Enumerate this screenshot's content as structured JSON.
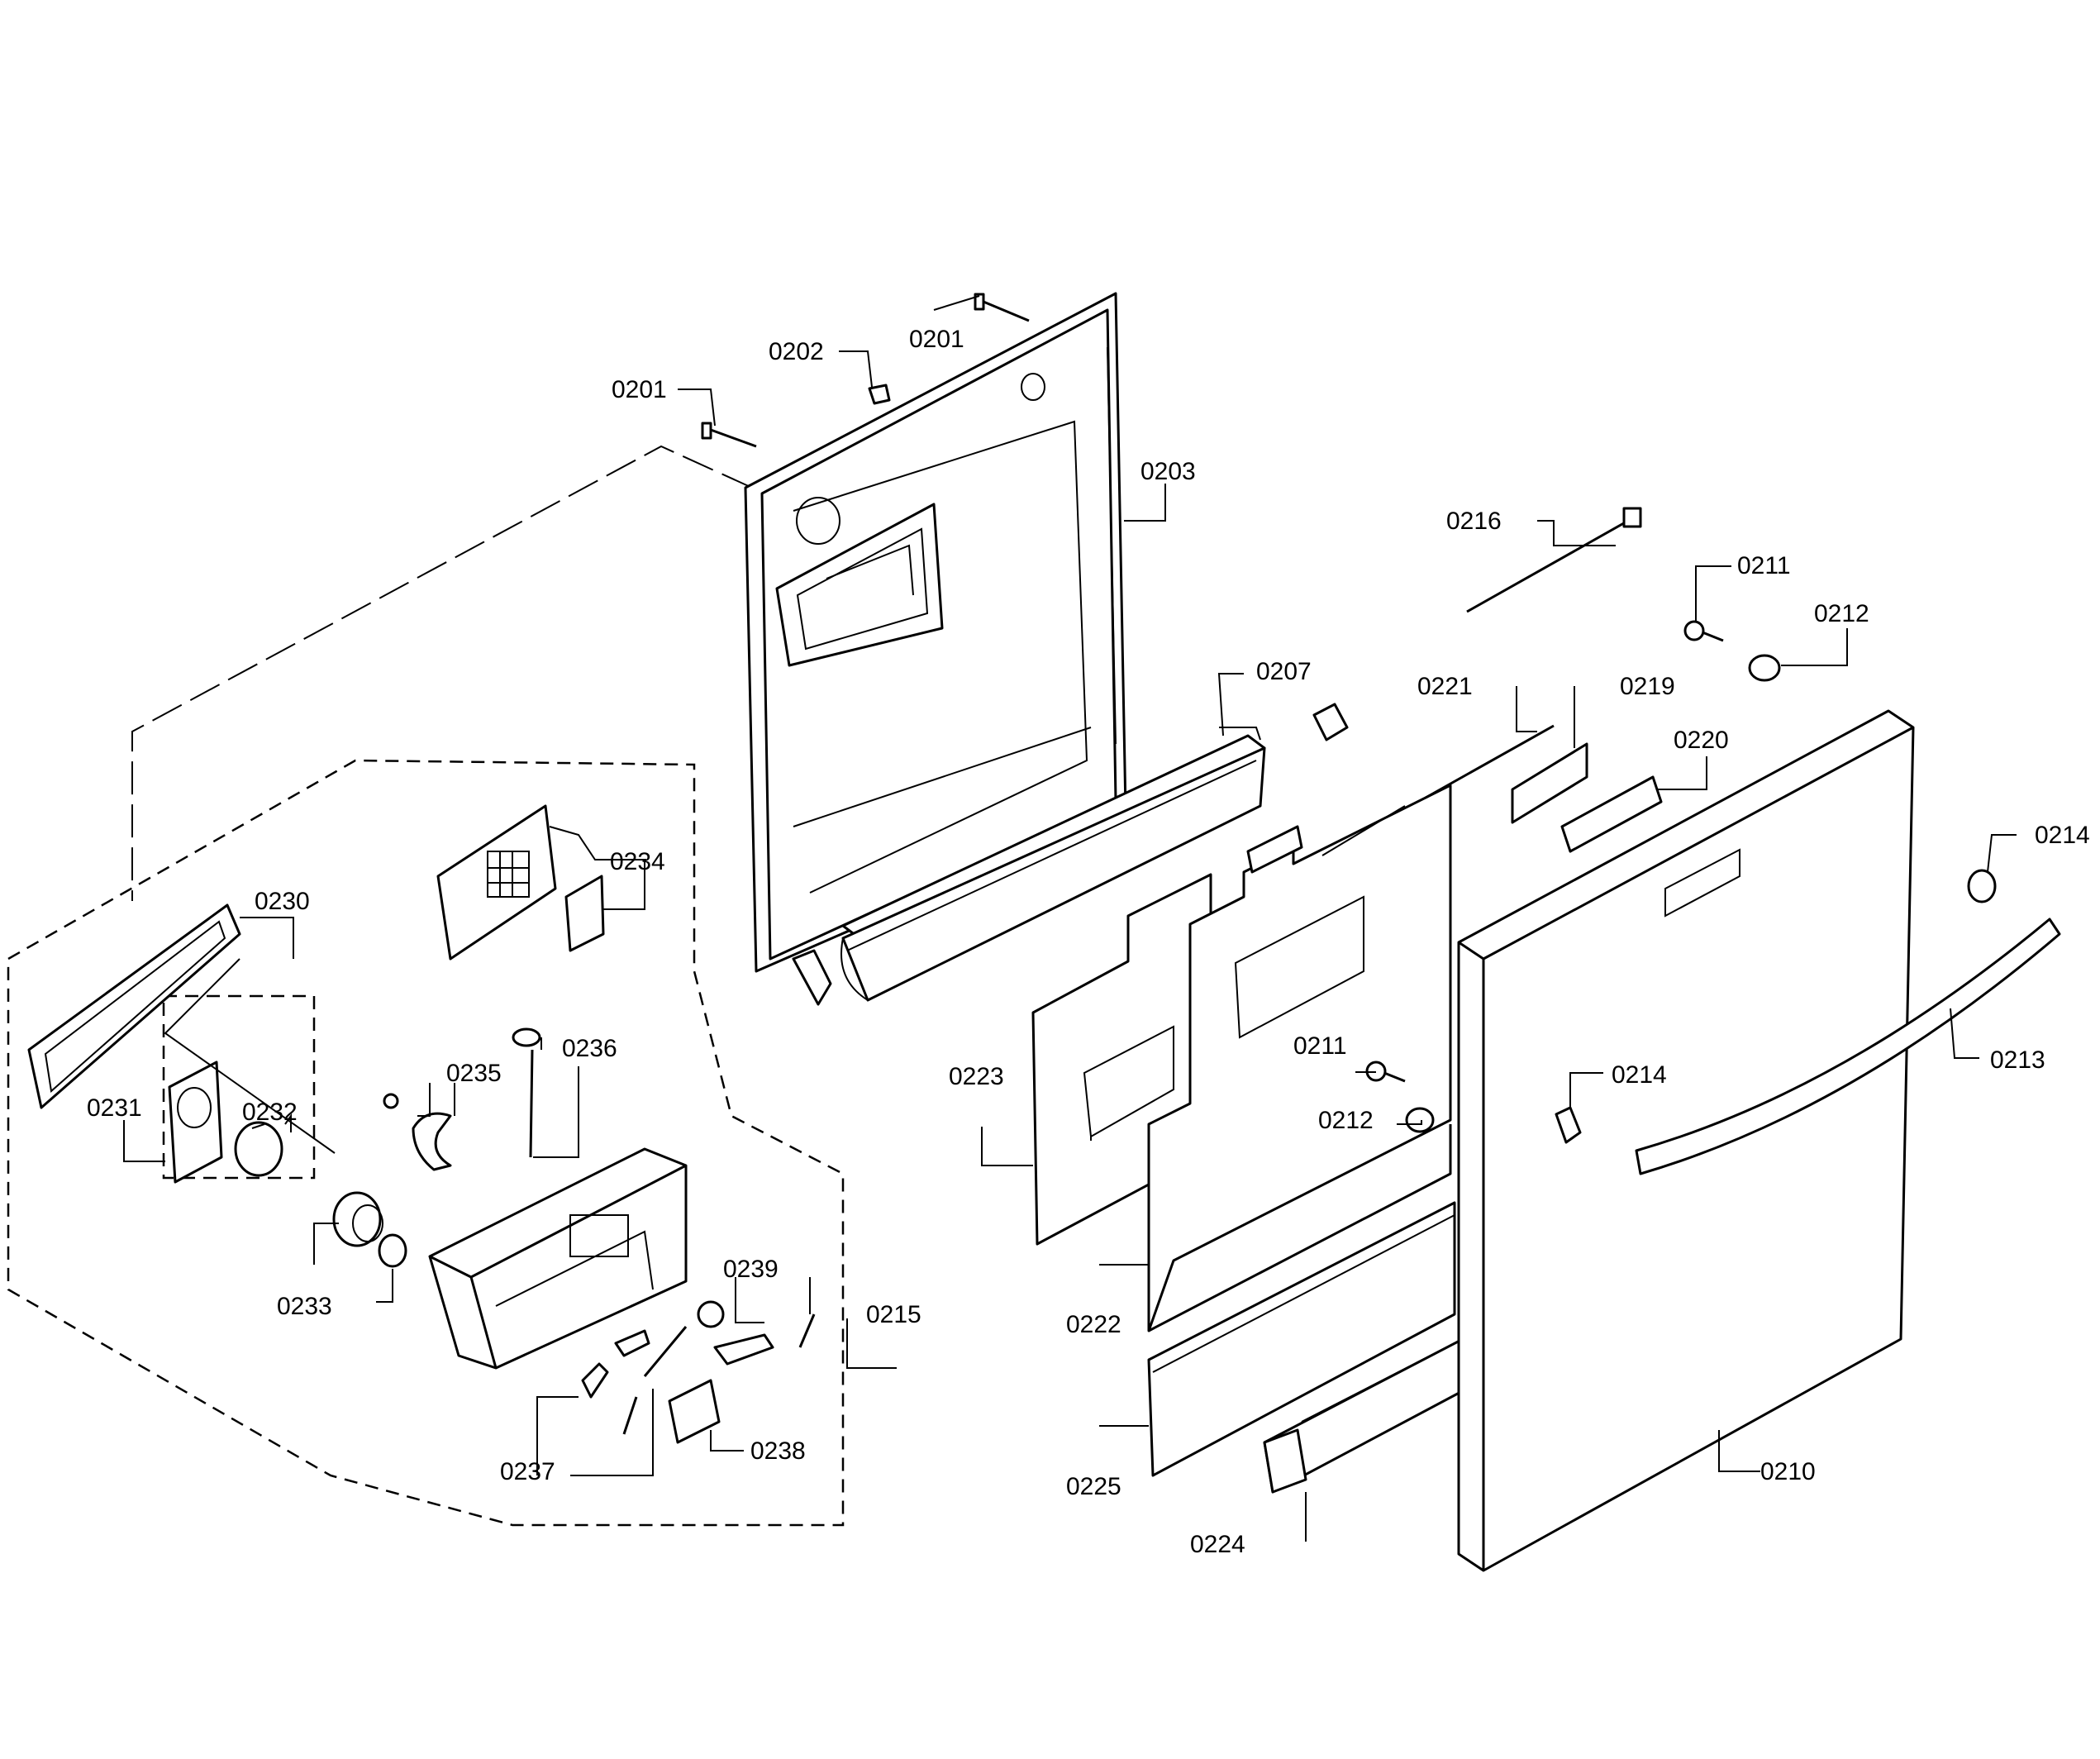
{
  "callouts": {
    "c0201a": "0201",
    "c0201b": "0201",
    "c0202": "0202",
    "c0203": "0203",
    "c0207": "0207",
    "c0210": "0210",
    "c0211a": "0211",
    "c0211b": "0211",
    "c0212a": "0212",
    "c0212b": "0212",
    "c0213": "0213",
    "c0214a": "0214",
    "c0214b": "0214",
    "c0215": "0215",
    "c0216": "0216",
    "c0219": "0219",
    "c0220": "0220",
    "c0221": "0221",
    "c0222": "0222",
    "c0223": "0223",
    "c0224": "0224",
    "c0225": "0225",
    "c0230": "0230",
    "c0231": "0231",
    "c0232": "0232",
    "c0233": "0233",
    "c0234": "0234",
    "c0235": "0235",
    "c0236": "0236",
    "c0237": "0237",
    "c0238": "0238",
    "c0239": "0239"
  }
}
